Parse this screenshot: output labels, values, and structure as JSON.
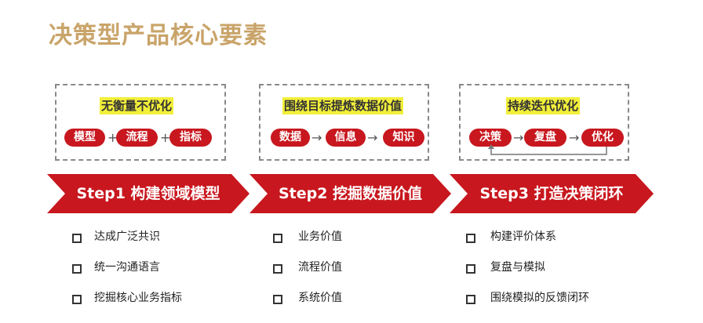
{
  "title": "决策型产品核心要素",
  "colors": {
    "accent": "#c8171e",
    "title": "#c9a46a",
    "highlight": "#f2ef3a"
  },
  "steps": [
    {
      "heading": "无衡量不优化",
      "pills": [
        "模型",
        "流程",
        "指标"
      ],
      "connector": "+",
      "label": "Step1 构建领域模型",
      "items": [
        "达成广泛共识",
        "统一沟通语言",
        "挖掘核心业务指标"
      ]
    },
    {
      "heading": "围绕目标提炼数据价值",
      "pills": [
        "数据",
        "信息",
        "知识"
      ],
      "connector": "→",
      "label": "Step2 挖掘数据价值",
      "items": [
        "业务价值",
        "流程价值",
        "系统价值"
      ]
    },
    {
      "heading": "持续迭代优化",
      "pills": [
        "决策",
        "复盘",
        "优化"
      ],
      "connector": "→",
      "label": "Step3 打造决策闭环",
      "items": [
        "构建评价体系",
        "复盘与模拟",
        "围绕模拟的反馈闭环"
      ]
    }
  ]
}
